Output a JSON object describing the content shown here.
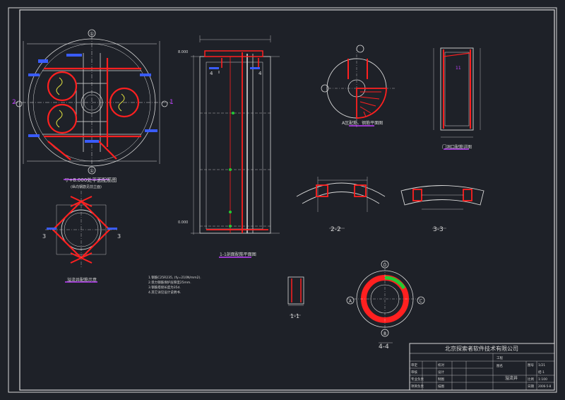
{
  "colors": {
    "background": "#1e2128",
    "line": "#d8d8d8",
    "red": "#ff2020",
    "magenta": "#c040ff",
    "blue": "#3a5cff",
    "green": "#22cc33",
    "yellow": "#e8e840",
    "cyan": "#38d8e8"
  },
  "views": {
    "plan_title": "▽+8.000处平面配筋图",
    "plan_sub": "(纵向钢筋见前立面)",
    "plan_axis_top": "①",
    "plan_axis_bottom": "①",
    "plan_mark_left": "2",
    "plan_mark_right": "1",
    "square_title": "溢流井配筋示意",
    "square_mark_left": "3",
    "square_mark_right": "3",
    "section_title": "1-1剖面配筋平面图",
    "section_mark_left": "4",
    "section_mark_right": "4",
    "section_elev_top": "8.000",
    "section_elev_bottom": "0.000",
    "detail_a_title": "A区配筋、钢筋平面图",
    "rect_title": "门洞口配筋详图",
    "rect_mark": "11",
    "notes": [
      "1.钢筋C25R235, (fy=210N/mm2).",
      "2.受力钢筋保护层厚度25mm.",
      "3.钢筋搭接长度为35d.",
      "4.其它详见设计说明书."
    ],
    "cut_22": "2-2",
    "cut_33": "3-3",
    "cut_11": "1-1",
    "cut_44": "4-4",
    "ring_axis_a": "A",
    "ring_axis_b": "B",
    "ring_axis_c": "C",
    "ring_axis_d": "D"
  },
  "title_block": {
    "company": "北京探索者软件技术有限公司",
    "project_label": "工程",
    "drawing_label": "图名",
    "drawing_name": "溢流井",
    "rows": [
      {
        "role": "审定",
        "name": "",
        "role2": "校对",
        "name2": ""
      },
      {
        "role": "审核",
        "name": "",
        "role2": "设计",
        "name2": ""
      },
      {
        "role": "专业负责",
        "name": "",
        "role2": "制图",
        "name2": ""
      },
      {
        "role": "项目负责",
        "name": "",
        "role2": "描图",
        "name2": ""
      }
    ],
    "field_scale_label": "比例",
    "field_scale": "1:100",
    "field_no_label": "图号",
    "field_no": "结-1",
    "field_date_label": "日期",
    "field_date": "2006-5-8",
    "field_sheet": "1/21"
  }
}
